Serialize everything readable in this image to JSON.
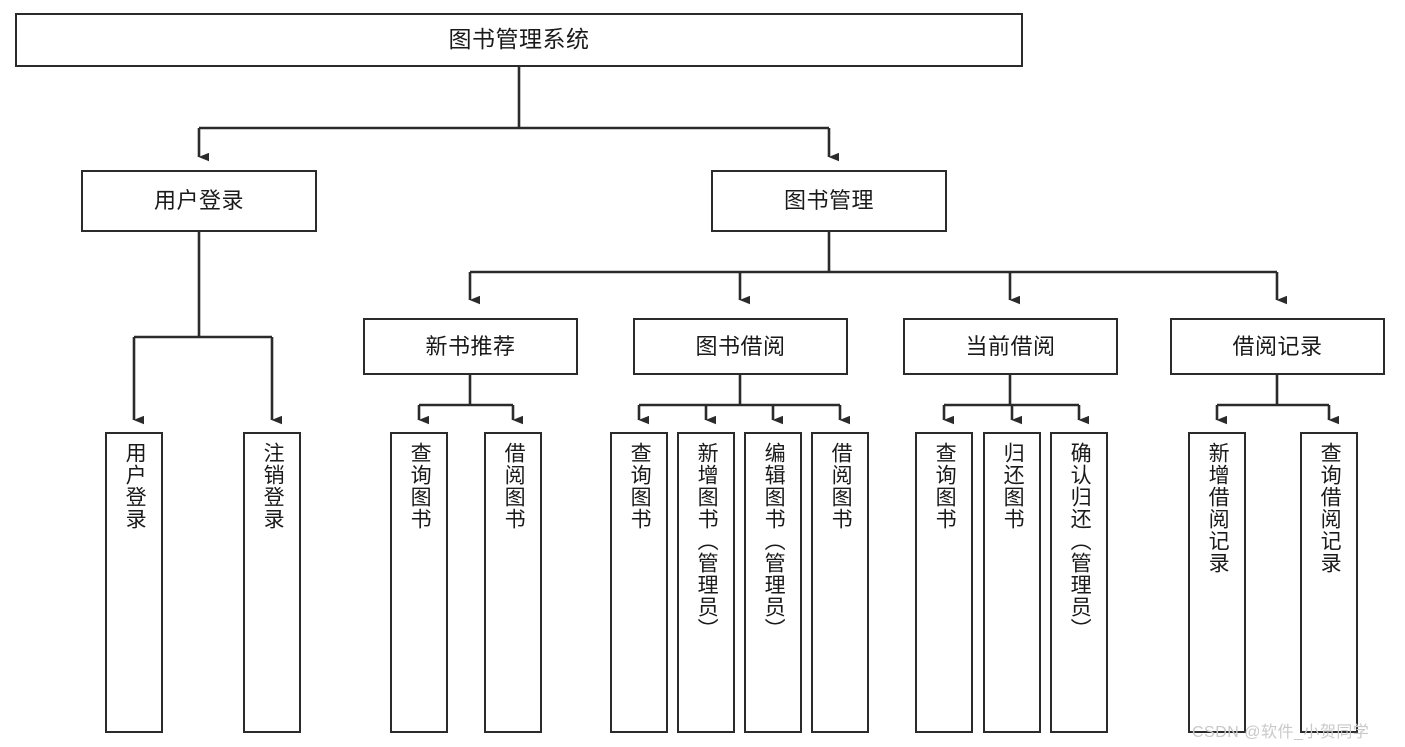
{
  "diagram": {
    "title": "图书管理系统",
    "type": "hierarchy-tree",
    "root": {
      "label": "图书管理系统"
    },
    "level2": [
      {
        "label": "用户登录"
      },
      {
        "label": "图书管理"
      }
    ],
    "level3": [
      {
        "label": "新书推荐"
      },
      {
        "label": "图书借阅"
      },
      {
        "label": "当前借阅"
      },
      {
        "label": "借阅记录"
      }
    ],
    "leaves": {
      "user_login": [
        {
          "label": "用户登录"
        },
        {
          "label": "注销登录"
        }
      ],
      "new_book_recommend": [
        {
          "label": "查询图书"
        },
        {
          "label": "借阅图书"
        }
      ],
      "book_borrow": [
        {
          "label": "查询图书"
        },
        {
          "label": "新增图书（管理员）"
        },
        {
          "label": "编辑图书（管理员）"
        },
        {
          "label": "借阅图书"
        }
      ],
      "current_borrow": [
        {
          "label": "查询图书"
        },
        {
          "label": "归还图书"
        },
        {
          "label": "确认归还（管理员）"
        }
      ],
      "borrow_records": [
        {
          "label": "新增借阅记录"
        },
        {
          "label": "查询借阅记录"
        }
      ]
    }
  },
  "watermark": {
    "text": "CSDN @软件_小贺同学"
  },
  "colors": {
    "stroke": "#2b2b2b",
    "background": "#ffffff",
    "text": "#1a1a1a",
    "watermark": "#c9c9c9"
  }
}
